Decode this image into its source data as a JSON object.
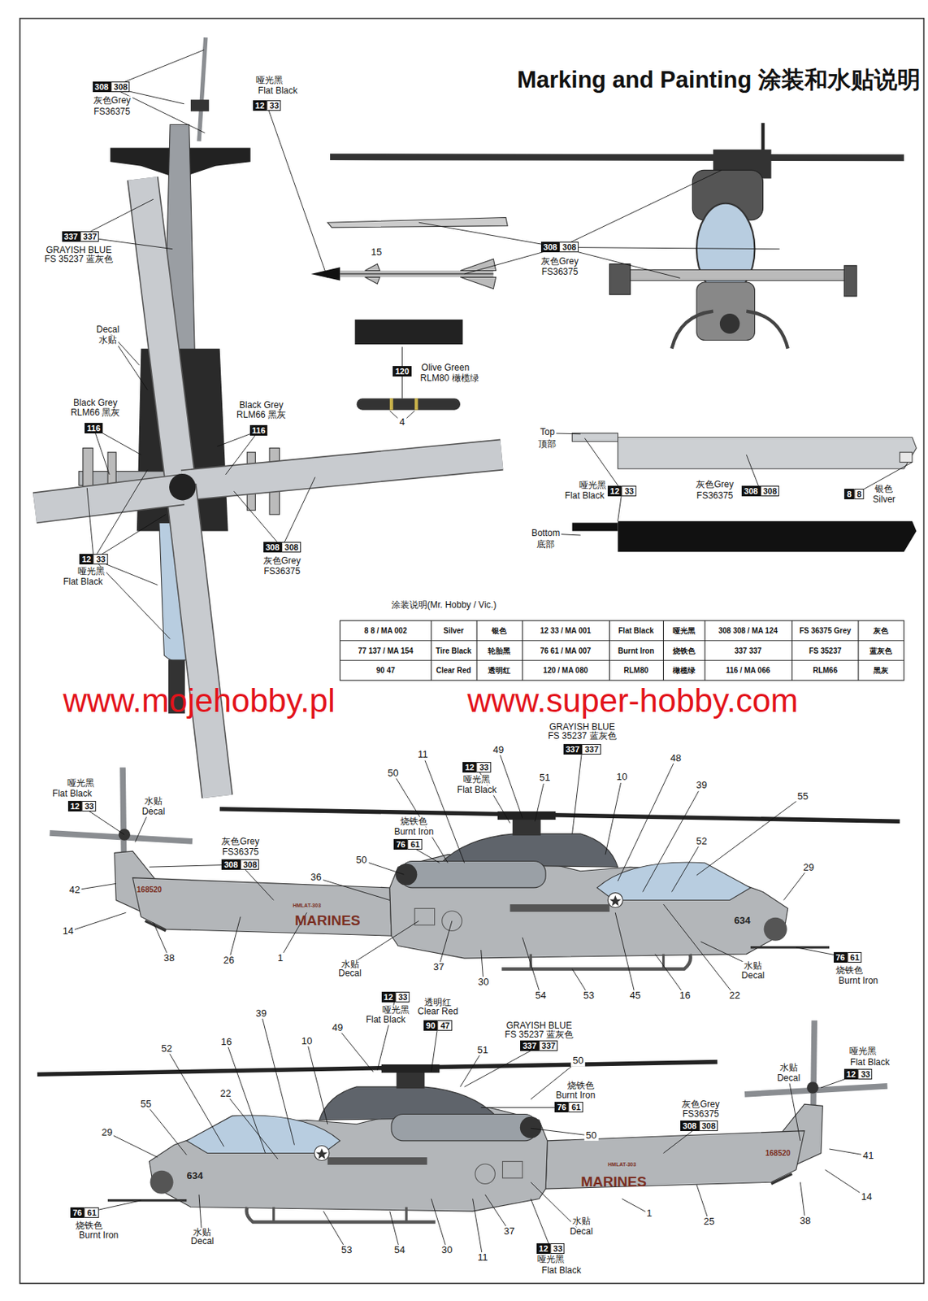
{
  "diagram": {
    "title": "Marking and Painting 涂装和水贴说明",
    "labels": [
      "308 308",
      "灰色Grey",
      "FS36375",
      "哑光黑",
      "Flat Black",
      "12 33",
      "337 337",
      "GRAYISH BLUE",
      "FS 35237 蓝灰色",
      "Decal",
      "水贴",
      "Black Grey",
      "RLM66 黑灰",
      "116",
      "Black Grey",
      "RLM66 黑灰",
      "116",
      "12 33",
      "哑光黑",
      "Flat Black",
      "308 308",
      "灰色Grey",
      "FS36375",
      "15",
      "308 308",
      "灰色Grey",
      "FS36375",
      "120",
      "Olive Green",
      "RLM80 橄榄绿",
      "4",
      "Top",
      "顶部",
      "哑光黑",
      "Flat Black",
      "12 33",
      "灰色Grey",
      "FS36375",
      "308 308",
      "8 8",
      "银色",
      "Silver",
      "Bottom",
      "底部",
      "涂装说明(Mr. Hobby / Vic.)",
      "8 8 / MA 002",
      "Silver",
      "银色",
      "12 33 / MA 001",
      "Flat Black",
      "哑光黑",
      "308 308 / MA 124",
      "FS 36375 Grey",
      "灰色",
      "77 137 / MA 154",
      "Tire Black",
      "轮胎黑",
      "76 61 / MA 007",
      "Burnt Iron",
      "烧铁色",
      "337 337",
      "FS 35237",
      "蓝灰色",
      "90 47",
      "Clear Red",
      "透明红",
      "120 / MA 080",
      "RLM80",
      "橄榄绿",
      "116 / MA 066",
      "RLM66",
      "黑灰",
      "www.mojehobby.pl",
      "www.super-hobby.com",
      "GRAYISH BLUE",
      "FS 35237 蓝灰色",
      "337 337",
      "12 33",
      "哑光黑",
      "Flat Black",
      "11",
      "49",
      "50",
      "51",
      "10",
      "48",
      "39",
      "55",
      "52",
      "29",
      "烧铁色",
      "Burnt Iron",
      "76 61",
      "50",
      "36",
      "哑光黑",
      "Flat Black",
      "12 33",
      "水贴",
      "Decal",
      "灰色Grey",
      "FS36375",
      "308 308",
      "42",
      "14",
      "38",
      "26",
      "1",
      "水贴",
      "Decal",
      "37",
      "30",
      "54",
      "53",
      "45",
      "16",
      "22",
      "水贴",
      "Decal",
      "76 61",
      "烧铁色",
      "Burnt Iron",
      "MARINES",
      "168520",
      "634",
      "HMLAT-303",
      "12 33",
      "哑光黑",
      "Flat Black",
      "透明红",
      "Clear Red",
      "90 47",
      "GRAYISH BLUE",
      "FS 35237 蓝灰色",
      "337 337",
      "39",
      "16",
      "10",
      "49",
      "52",
      "22",
      "55",
      "29",
      "51",
      "50",
      "烧铁色",
      "Burnt Iron",
      "76 61",
      "50",
      "灰色Grey",
      "FS36375",
      "308 308",
      "水贴",
      "Decal",
      "哑光黑",
      "Flat Black",
      "12 33",
      "41",
      "14",
      "38",
      "25",
      "1",
      "76 61",
      "烧铁色",
      "Burnt Iron",
      "水贴",
      "Decal",
      "53",
      "54",
      "30",
      "11",
      "37",
      "水贴",
      "Decal",
      "12 33",
      "哑光黑",
      "Flat Black",
      "MARINES",
      "168520",
      "634",
      "HMLAT-303"
    ]
  }
}
